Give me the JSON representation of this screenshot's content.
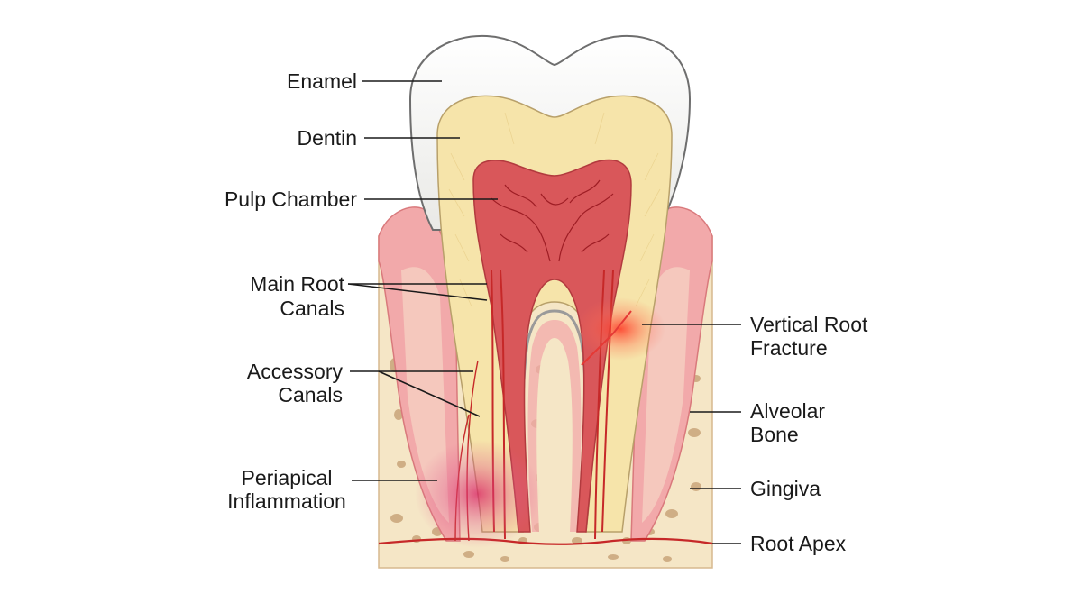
{
  "labels": {
    "enamel": "Enamel",
    "dentin": "Dentin",
    "pulp_chamber": "Pulp Chamber",
    "main_root_canals": [
      "Main Root",
      "Canals"
    ],
    "accessory_canals": [
      "Accessory",
      "Canals"
    ],
    "periapical_inflammation": [
      "Periapical",
      "Inflammation"
    ],
    "vertical_root_fracture": [
      "Vertical Root",
      "Fracture"
    ],
    "alveolar_bone": [
      "Alveolar",
      "Bone"
    ],
    "gingiva": "Gingiva",
    "root_apex": "Root Apex"
  },
  "colors": {
    "enamel": "#f3f3f1",
    "dentin": "#f6e4aa",
    "pulp": "#d9575a",
    "gingiva": "#f2a9aa",
    "bone": "#f5e6c6",
    "bone_pores": "#c9a57a",
    "inflammation": "#c2185b",
    "fracture": "#ff3b30"
  }
}
